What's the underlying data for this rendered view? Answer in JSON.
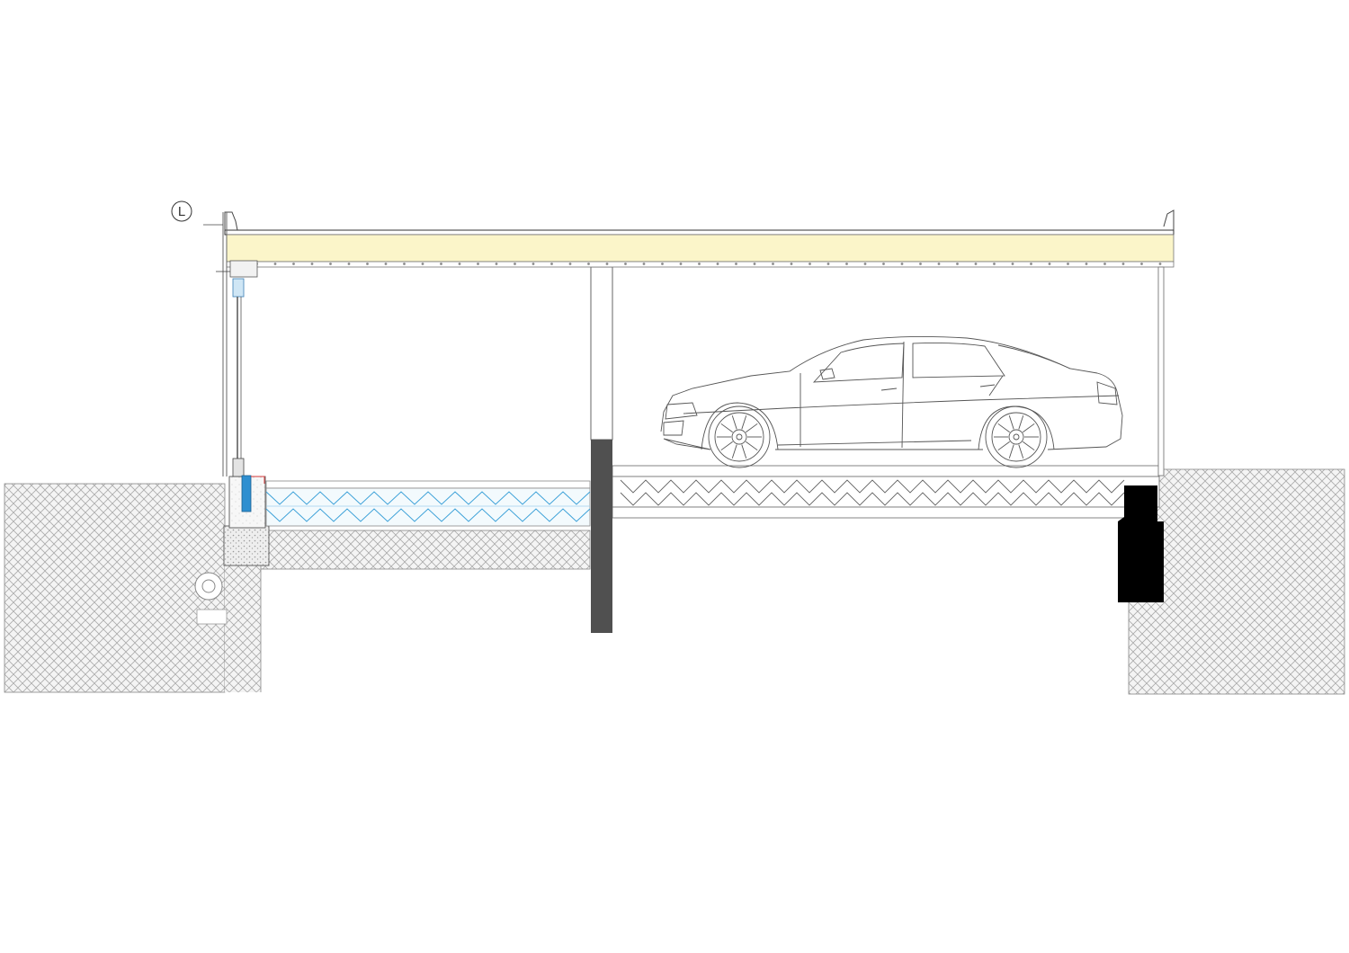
{
  "drawing": {
    "type": "architectural-section",
    "grid_marker": "L",
    "elements": [
      "roof-insulation-slab",
      "glass-facade",
      "interior-column",
      "floor-heating-screed",
      "garage-floor-slab",
      "foundation-footing",
      "ground-soil-left",
      "ground-soil-right",
      "drainage-pipe",
      "car"
    ],
    "colors": {
      "insulation": "#fbf5c9",
      "heating_pipes": "#3aa0d8",
      "heating_layer_bg": "#e6f4fb",
      "column": "#505050",
      "footing": "#000000",
      "lines": "#555555",
      "soil_hatch": "#9a9a9a",
      "red_detail": "#d43a3a",
      "blue_detail": "#2f8fd0"
    }
  }
}
